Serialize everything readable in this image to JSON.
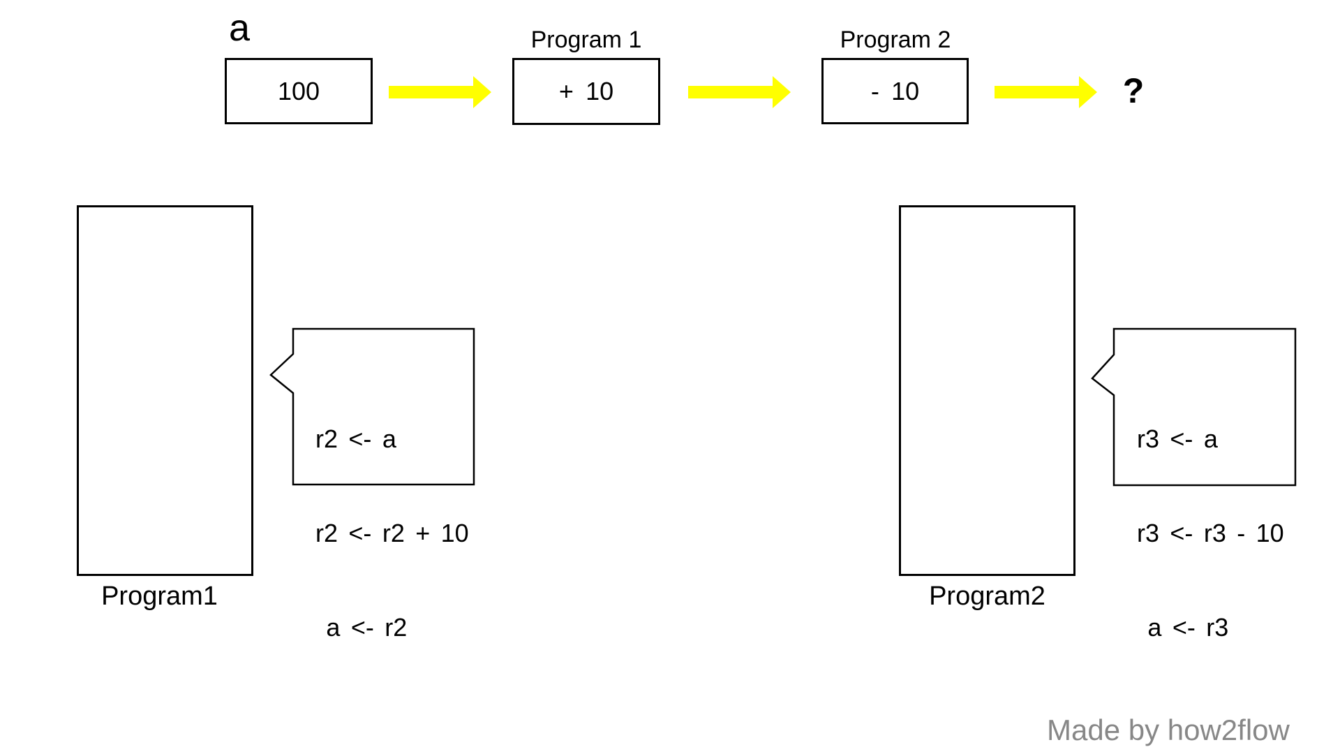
{
  "colors": {
    "arrow_fill": "#FFFF00",
    "arrow_outline": "#000000",
    "line": "#000000",
    "bubble_fill": "#FFFFFF",
    "footer_text": "#878787"
  },
  "flow": {
    "variable_label": "a",
    "variable_value": "100",
    "program1_label": "Program 1",
    "program1_operation": "+ 10",
    "program2_label": "Program 2",
    "program2_operation": "- 10",
    "result_unknown": "?"
  },
  "program1": {
    "title": "Program1",
    "code_lines": [
      "r2 <- a",
      "r2 <- r2 + 10",
      " a <- r2"
    ]
  },
  "program2": {
    "title": "Program2",
    "code_lines": [
      "r3 <- a",
      "r3 <- r3 - 10",
      " a <- r3"
    ]
  },
  "footer": {
    "credit": "Made by how2flow"
  }
}
